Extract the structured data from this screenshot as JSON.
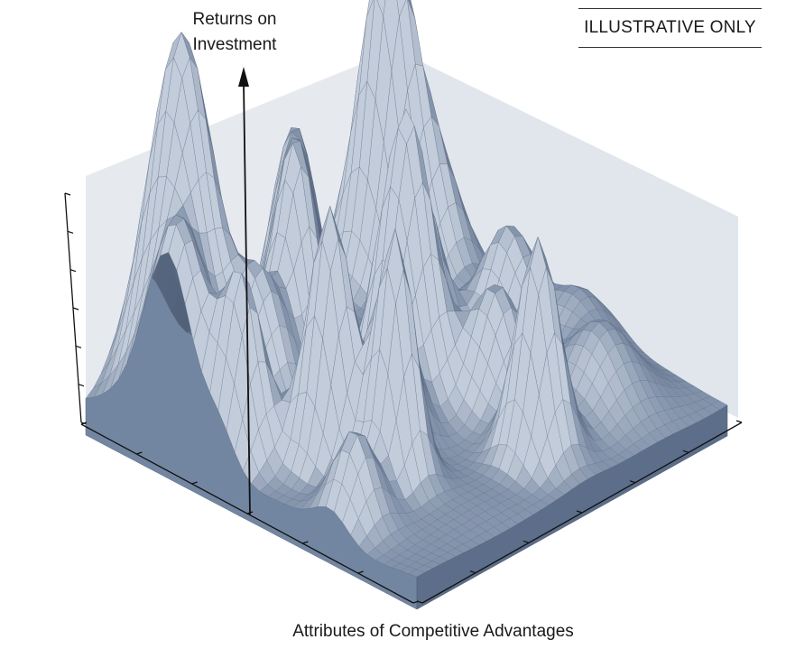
{
  "axis": {
    "y_label": "Returns on\nInvestment",
    "x_label": "Attributes of Competitive Advantages"
  },
  "badge": "ILLUSTRATIVE ONLY",
  "colors": {
    "surface": "#8393ab",
    "surface_light": "#c2ccda",
    "surface_dark": "#4f5f78",
    "side_front": "#7386a1",
    "side_right": "#5c6e89",
    "wall": "#dde3ea",
    "axis": "#111111"
  },
  "peaks": [
    {
      "u": 0.12,
      "v": 0.18,
      "h": 1.0,
      "s": 0.075
    },
    {
      "u": 0.1,
      "v": 0.86,
      "h": 0.92,
      "s": 0.06
    },
    {
      "u": 0.48,
      "v": 0.52,
      "h": 0.8,
      "s": 0.06
    },
    {
      "u": 0.18,
      "v": 0.48,
      "h": 0.58,
      "s": 0.055
    },
    {
      "u": 0.26,
      "v": 0.4,
      "h": 0.56,
      "s": 0.05
    },
    {
      "u": 0.25,
      "v": 0.03,
      "h": 0.58,
      "s": 0.07
    },
    {
      "u": 0.4,
      "v": 0.08,
      "h": 0.48,
      "s": 0.05
    },
    {
      "u": 0.55,
      "v": 0.2,
      "h": 0.72,
      "s": 0.05
    },
    {
      "u": 0.7,
      "v": 0.25,
      "h": 0.7,
      "s": 0.045
    },
    {
      "u": 0.58,
      "v": 0.36,
      "h": 0.46,
      "s": 0.05
    },
    {
      "u": 0.35,
      "v": 0.7,
      "h": 0.44,
      "s": 0.05
    },
    {
      "u": 0.3,
      "v": 0.25,
      "h": 0.35,
      "s": 0.06
    },
    {
      "u": 0.85,
      "v": 0.55,
      "h": 0.62,
      "s": 0.05
    },
    {
      "u": 0.64,
      "v": 0.64,
      "h": 0.32,
      "s": 0.06
    },
    {
      "u": 0.45,
      "v": 0.88,
      "h": 0.28,
      "s": 0.06
    },
    {
      "u": 0.8,
      "v": 0.8,
      "h": 0.22,
      "s": 0.08
    },
    {
      "u": 0.2,
      "v": 0.92,
      "h": 0.3,
      "s": 0.06
    },
    {
      "u": 0.74,
      "v": 0.08,
      "h": 0.25,
      "s": 0.05
    },
    {
      "u": 0.62,
      "v": 0.92,
      "h": 0.18,
      "s": 0.07
    }
  ]
}
